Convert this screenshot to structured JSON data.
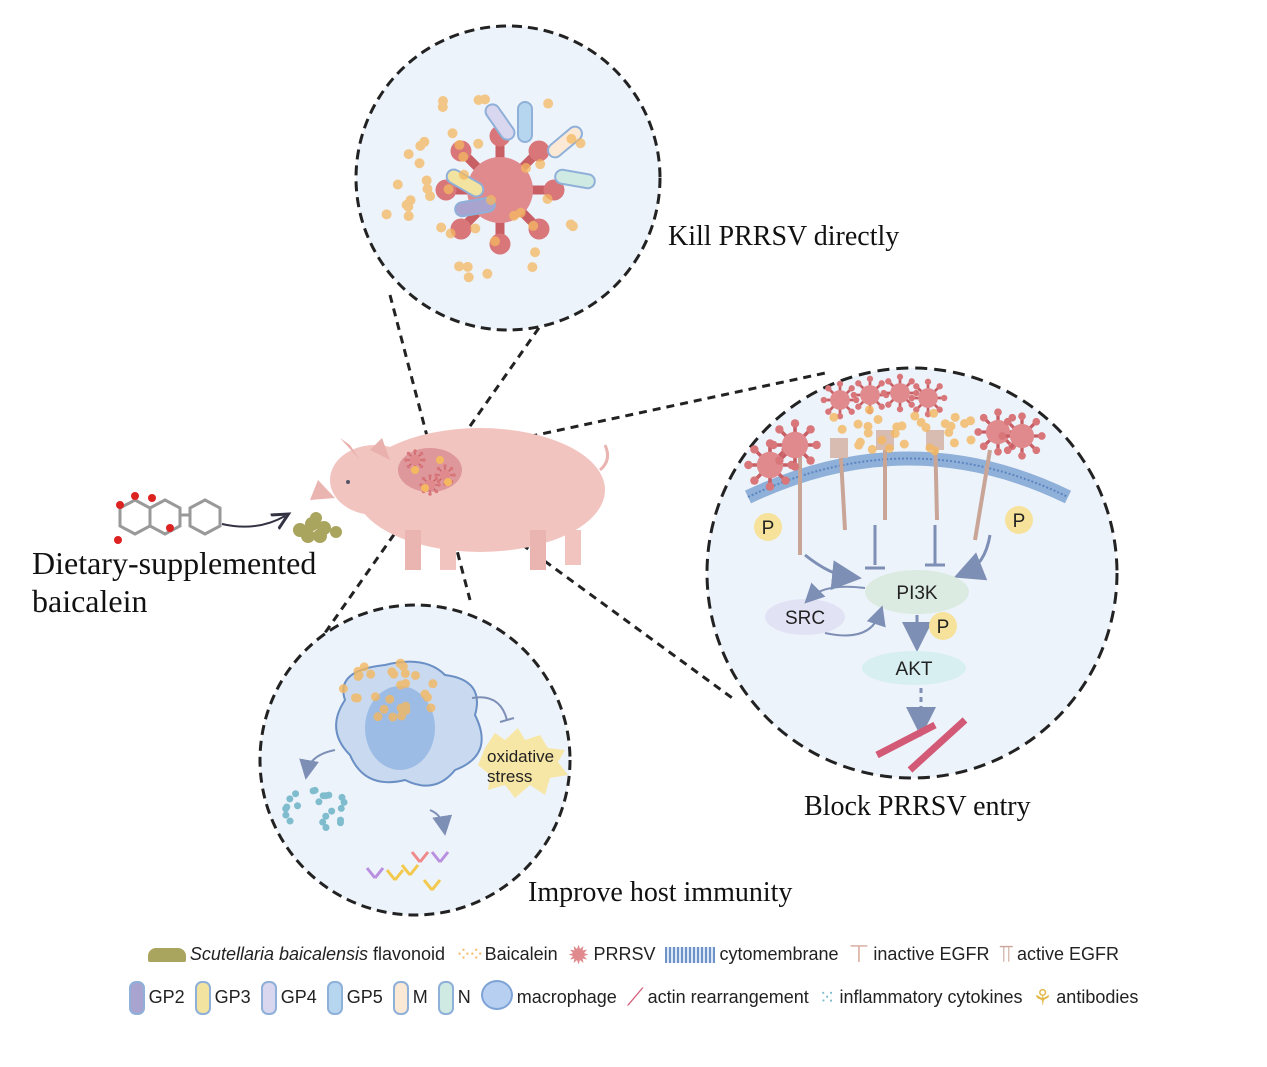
{
  "labels": {
    "kill": "Kill PRRSV directly",
    "block": "Block PRRSV entry",
    "improve": "Improve host immunity",
    "dietary_line1": "Dietary-supplemented",
    "dietary_line2": "baicalein"
  },
  "pathway": {
    "pi3k": "PI3K",
    "src": "SRC",
    "akt": "AKT",
    "phospho": "P"
  },
  "immunity": {
    "stress_line1": "oxidative",
    "stress_line2": "stress"
  },
  "legend": {
    "row1": [
      {
        "icon": "flavonoid-icon",
        "italic": "Scutellaria baicalensis",
        "label": " flavonoid"
      },
      {
        "icon": "baicalein-icon",
        "label": "Baicalein"
      },
      {
        "icon": "prrsv-icon",
        "label": "PRRSV"
      },
      {
        "icon": "cytomembrane-icon",
        "label": "cytomembrane"
      },
      {
        "icon": "inactive-egfr-icon",
        "label": "inactive EGFR"
      },
      {
        "icon": "active-egfr-icon",
        "label": "active EGFR"
      }
    ],
    "row2": [
      {
        "icon": "gp2-icon",
        "label": "GP2",
        "color": "#a8a3cf"
      },
      {
        "icon": "gp3-icon",
        "label": "GP3",
        "color": "#f2e3a0"
      },
      {
        "icon": "gp4-icon",
        "label": "GP4",
        "color": "#d9d6ef"
      },
      {
        "icon": "gp5-icon",
        "label": "GP5",
        "color": "#b6d6f0"
      },
      {
        "icon": "m-protein-icon",
        "label": "M",
        "color": "#fbe9d6"
      },
      {
        "icon": "n-protein-icon",
        "label": "N",
        "color": "#cfeae3"
      },
      {
        "icon": "macrophage-icon",
        "label": "macrophage"
      },
      {
        "icon": "actin-icon",
        "label": "actin rearrangement"
      },
      {
        "icon": "cytokines-icon",
        "label": "inflammatory cytokines"
      },
      {
        "icon": "antibodies-icon",
        "label": "antibodies"
      }
    ]
  },
  "colors": {
    "circle_fill": "#edf3fb",
    "virus": "#d9767a",
    "baicalein": "#f4b860",
    "pig": "#f2c4c0",
    "arrow": "#7e8fb5"
  }
}
